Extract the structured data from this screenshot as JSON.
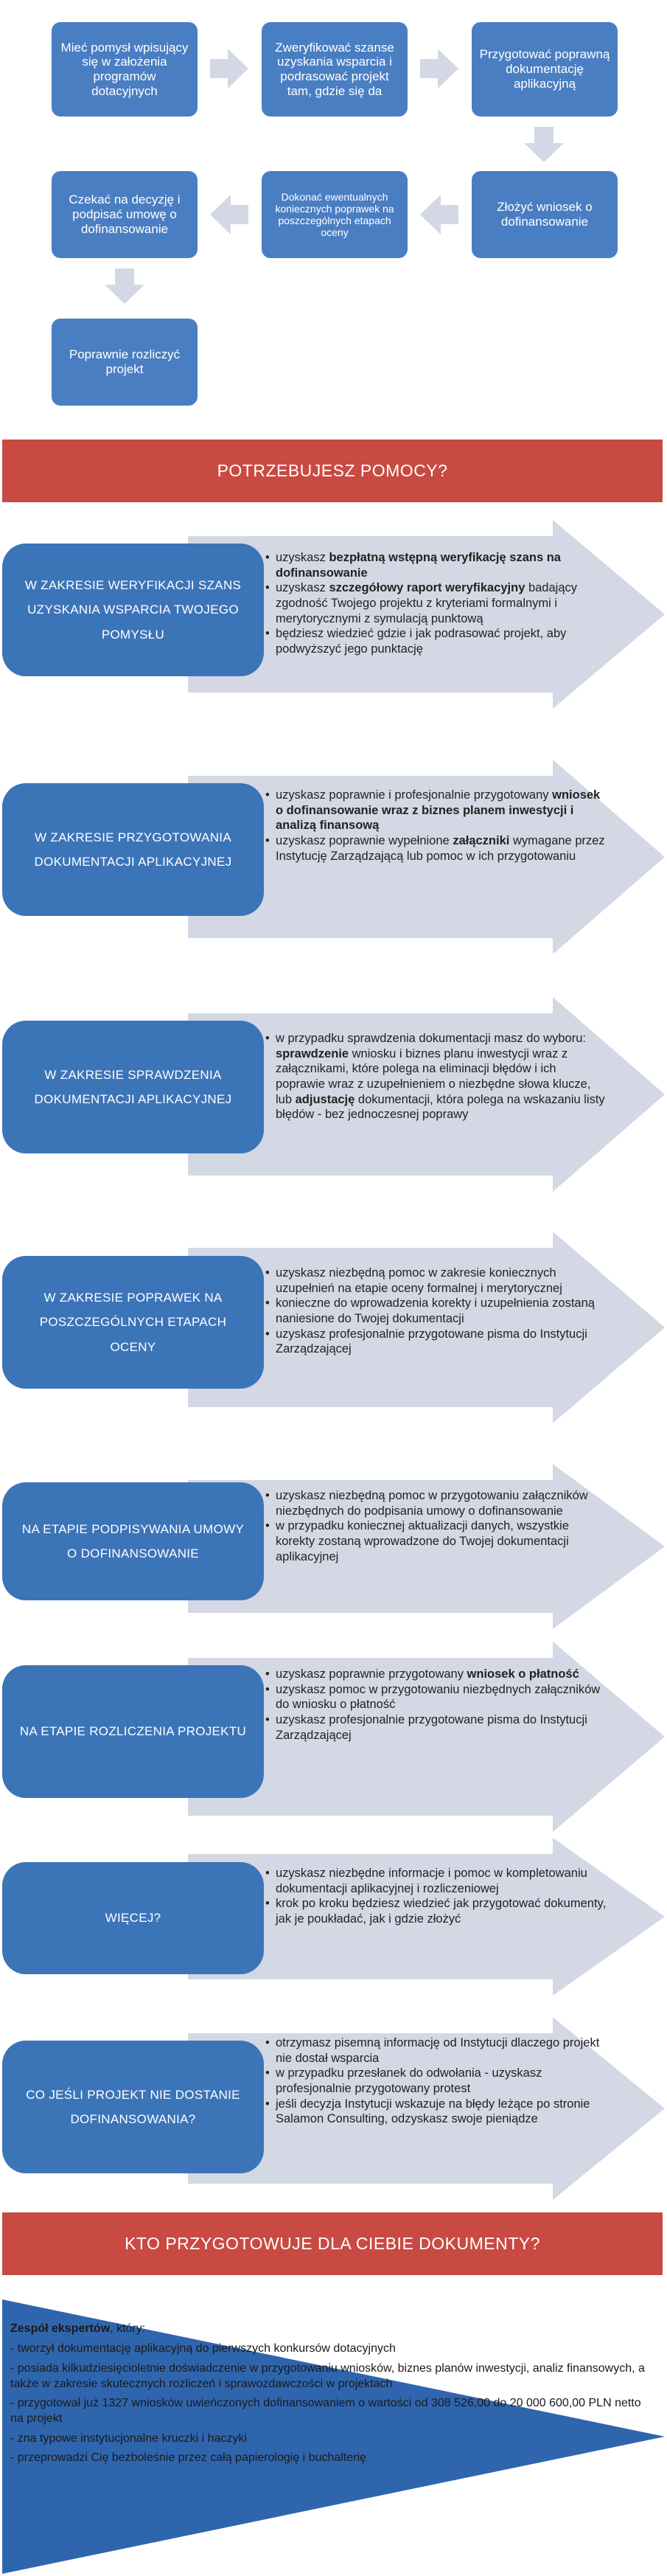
{
  "flow": {
    "step1": "Mieć pomysł wpisujący się w założenia programów dotacyjnych",
    "step2": "Zweryfikować szanse uzyskania wsparcia i podrasować projekt tam, gdzie się da",
    "step3": "Przygotować poprawną dokumentację aplikacyjną",
    "step4": "Złożyć wniosek o dofinansowanie",
    "step5": "Dokonać ewentualnych koniecznych poprawek na poszczególnych etapach oceny",
    "step6": "Czekać na decyzję i podpisać umowę o dofinansowanie",
    "step7": "Poprawnie rozliczyć projekt"
  },
  "help_banner": "POTRZEBUJESZ POMOCY?",
  "sections": [
    {
      "label": "W ZAKRESIE WERYFIKACJI SZANS UZYSKANIA WSPARCIA TWOJEGO POMYSŁU",
      "items": [
        {
          "pre": "uzyskasz ",
          "bold": "bezpłatną wstępną weryfikację szans na dofinansowanie",
          "post": ""
        },
        {
          "pre": "uzyskasz ",
          "bold": "szczegółowy raport weryfikacyjny",
          "post": " badający zgodność Twojego projektu z kryteriami formalnymi i merytorycznymi z symulacją punktową"
        },
        {
          "pre": "będziesz wiedzieć gdzie i jak podrasować projekt, aby podwyższyć jego punktację",
          "bold": "",
          "post": ""
        }
      ]
    },
    {
      "label": "W ZAKRESIE PRZYGOTOWANIA DOKUMENTACJI APLIKACYJNEJ",
      "items": [
        {
          "pre": "uzyskasz poprawnie i profesjonalnie przygotowany ",
          "bold": "wniosek o dofinansowanie wraz z biznes planem inwestycji i analizą finansową",
          "post": ""
        },
        {
          "pre": "uzyskasz poprawnie wypełnione ",
          "bold": "załączniki",
          "post": " wymagane przez Instytucję Zarządzającą lub pomoc w ich przygotowaniu"
        }
      ]
    },
    {
      "label": "W ZAKRESIE SPRAWDZENIA DOKUMENTACJI APLIKACYJNEJ",
      "items": [
        {
          "pre": "w przypadku sprawdzenia dokumentacji masz do wyboru: ",
          "bold": "sprawdzenie",
          "post": " wniosku i biznes planu inwestycji wraz z załącznikami, które polega na eliminacji błędów i ich poprawie wraz z uzupełnieniem o niezbędne słowa klucze, lub ",
          "bold2": "adjustację",
          "post2": " dokumentacji, która polega na wskazaniu listy błędów - bez jednoczesnej poprawy"
        }
      ]
    },
    {
      "label": "W ZAKRESIE POPRAWEK NA POSZCZEGÓLNYCH ETAPACH OCENY",
      "items": [
        {
          "pre": "uzyskasz niezbędną pomoc w zakresie koniecznych uzupełnień na etapie oceny formalnej i merytorycznej",
          "bold": "",
          "post": ""
        },
        {
          "pre": "konieczne do wprowadzenia korekty i uzupełnienia zostaną naniesione do Twojej dokumentacji",
          "bold": "",
          "post": ""
        },
        {
          "pre": "uzyskasz profesjonalnie przygotowane pisma do Instytucji Zarządzającej",
          "bold": "",
          "post": ""
        }
      ]
    },
    {
      "label": "NA ETAPIE PODPISYWANIA UMOWY O DOFINANSOWANIE",
      "items": [
        {
          "pre": "uzyskasz niezbędną pomoc w przygotowaniu załączników niezbędnych do podpisania umowy o dofinansowanie",
          "bold": "",
          "post": ""
        },
        {
          "pre": "w przypadku koniecznej aktualizacji danych, wszystkie korekty zostaną wprowadzone do Twojej dokumentacji aplikacyjnej",
          "bold": "",
          "post": ""
        }
      ]
    },
    {
      "label": "NA ETAPIE ROZLICZENIA PROJEKTU",
      "items": [
        {
          "pre": "uzyskasz poprawnie przygotowany ",
          "bold": "wniosek o płatność",
          "post": ""
        },
        {
          "pre": "uzyskasz pomoc w przygotowaniu niezbędnych załączników do wniosku o płatność",
          "bold": "",
          "post": ""
        },
        {
          "pre": "uzyskasz profesjonalnie przygotowane pisma do Instytucji Zarządzającej",
          "bold": "",
          "post": ""
        }
      ]
    },
    {
      "label": "WIĘCEJ?",
      "items": [
        {
          "pre": "uzyskasz niezbędne informacje i pomoc w kompletowaniu dokumentacji aplikacyjnej i rozliczeniowej",
          "bold": "",
          "post": ""
        },
        {
          "pre": "krok po kroku będziesz wiedzieć jak przygotować dokumenty, jak je poukładać, jak i gdzie złożyć",
          "bold": "",
          "post": ""
        }
      ]
    },
    {
      "label": "CO JEŚLI PROJEKT NIE DOSTANIE DOFINANSOWANIA?",
      "items": [
        {
          "pre": "otrzymasz pisemną informację od Instytucji dlaczego projekt nie dostał wsparcia",
          "bold": "",
          "post": ""
        },
        {
          "pre": "w przypadku przesłanek do odwołania - uzyskasz profesjonalnie przygotowany protest",
          "bold": "",
          "post": ""
        },
        {
          "pre": "jeśli decyzja Instytucji wskazuje na błędy leżące po stronie Salamon Consulting, odzyskasz swoje pieniądze",
          "bold": "",
          "post": ""
        }
      ]
    }
  ],
  "docs_banner": "KTO PRZYGOTOWUJE DLA CIEBIE DOKUMENTY?",
  "team": {
    "title": "Zespół ekspertów",
    "title_suffix": ", który:",
    "lines": [
      "- tworzył dokumentację aplikacyjną do pierwszych konkursów dotacyjnych",
      "- posiada kilkudziesięcioletnie doświadczenie w przygotowaniu wniosków, biznes planów inwestycji, analiz finansowych, a także w zakresie skutecznych rozliczeń i sprawozdawczości w projektach",
      "- przygotował już 1327 wniosków uwieńczonych dofinansowaniem o wartości od 308 526,00 do 20 000 600,00 PLN netto na projekt",
      "- zna typowe instytucjonalne kruczki i haczyki",
      "- przeprowadzi Cię bezboleśnie przez całą papierologię i buchalterię"
    ]
  },
  "colors": {
    "step_blue": "#4a7ec2",
    "label_blue": "#3c74b8",
    "arrow_gray": "#d3d8e4",
    "banner_red": "#c94a42",
    "team_blue": "#2f65ad"
  }
}
